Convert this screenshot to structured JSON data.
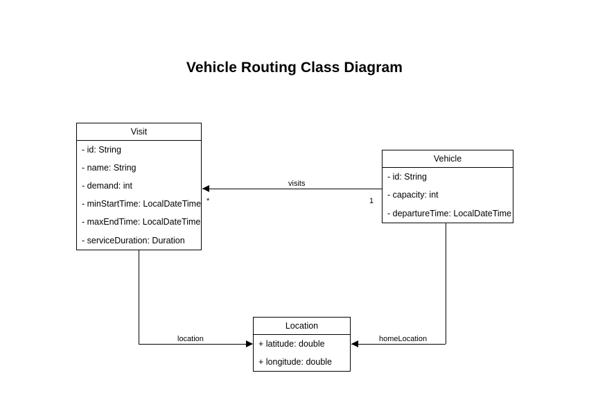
{
  "diagram": {
    "title": "Vehicle Routing Class Diagram",
    "type": "uml-class-diagram",
    "background_color": "#ffffff",
    "line_color": "#000000",
    "text_color": "#000000"
  },
  "classes": [
    {
      "name": "Visit",
      "attributes": [
        "- id: String",
        "- name: String",
        "- demand: int",
        "- minStartTime: LocalDateTime",
        "- maxEndTime: LocalDateTime",
        "- serviceDuration: Duration"
      ]
    },
    {
      "name": "Vehicle",
      "attributes": [
        "- id: String",
        "- capacity: int",
        "- departureTime: LocalDateTime"
      ]
    },
    {
      "name": "Location",
      "attributes": [
        "+ latitude: double",
        "+ longitude: double"
      ]
    }
  ],
  "relationships": [
    {
      "label": "visits",
      "from": "Vehicle",
      "to": "Visit",
      "source_multiplicity": "1",
      "target_multiplicity": "*"
    },
    {
      "label": "location",
      "from": "Visit",
      "to": "Location",
      "source_multiplicity": "",
      "target_multiplicity": ""
    },
    {
      "label": "homeLocation",
      "from": "Vehicle",
      "to": "Location",
      "source_multiplicity": "",
      "target_multiplicity": ""
    }
  ]
}
